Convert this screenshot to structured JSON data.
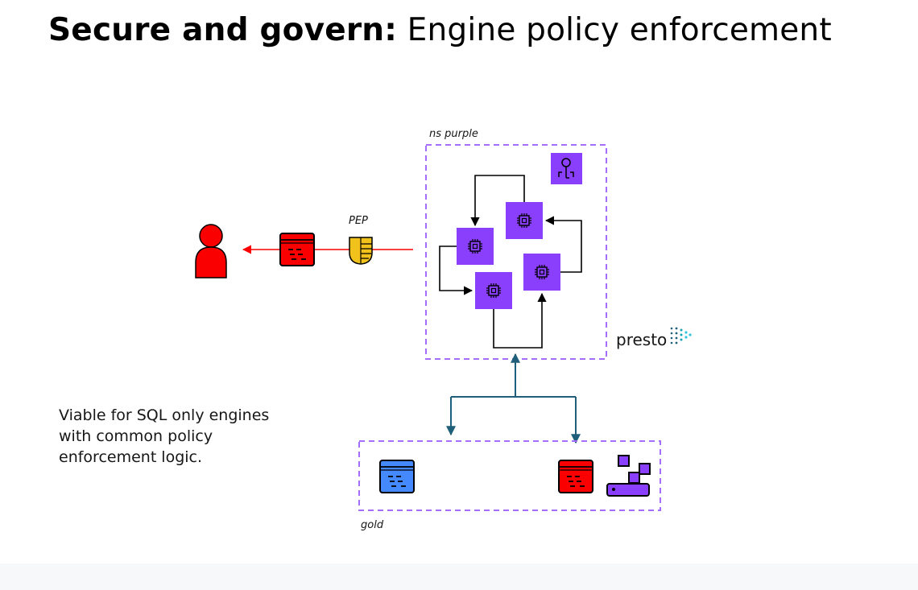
{
  "header": {
    "title_bold": "Secure and govern:",
    "title_light": "Engine policy enforcement"
  },
  "diagram": {
    "namespace_top_label": "ns purple",
    "namespace_bottom_label": "gold",
    "pep_label": "PEP",
    "engine_brand": "presto",
    "colors": {
      "purple": "#8a3ffc",
      "red": "#fa0000",
      "blue": "#4589ff",
      "gold": "#f1c21b",
      "teal": "#1f5f7a",
      "border_purple": "#a56eff"
    }
  },
  "note": {
    "text": "Viable for SQL only engines with common policy enforcement logic."
  }
}
